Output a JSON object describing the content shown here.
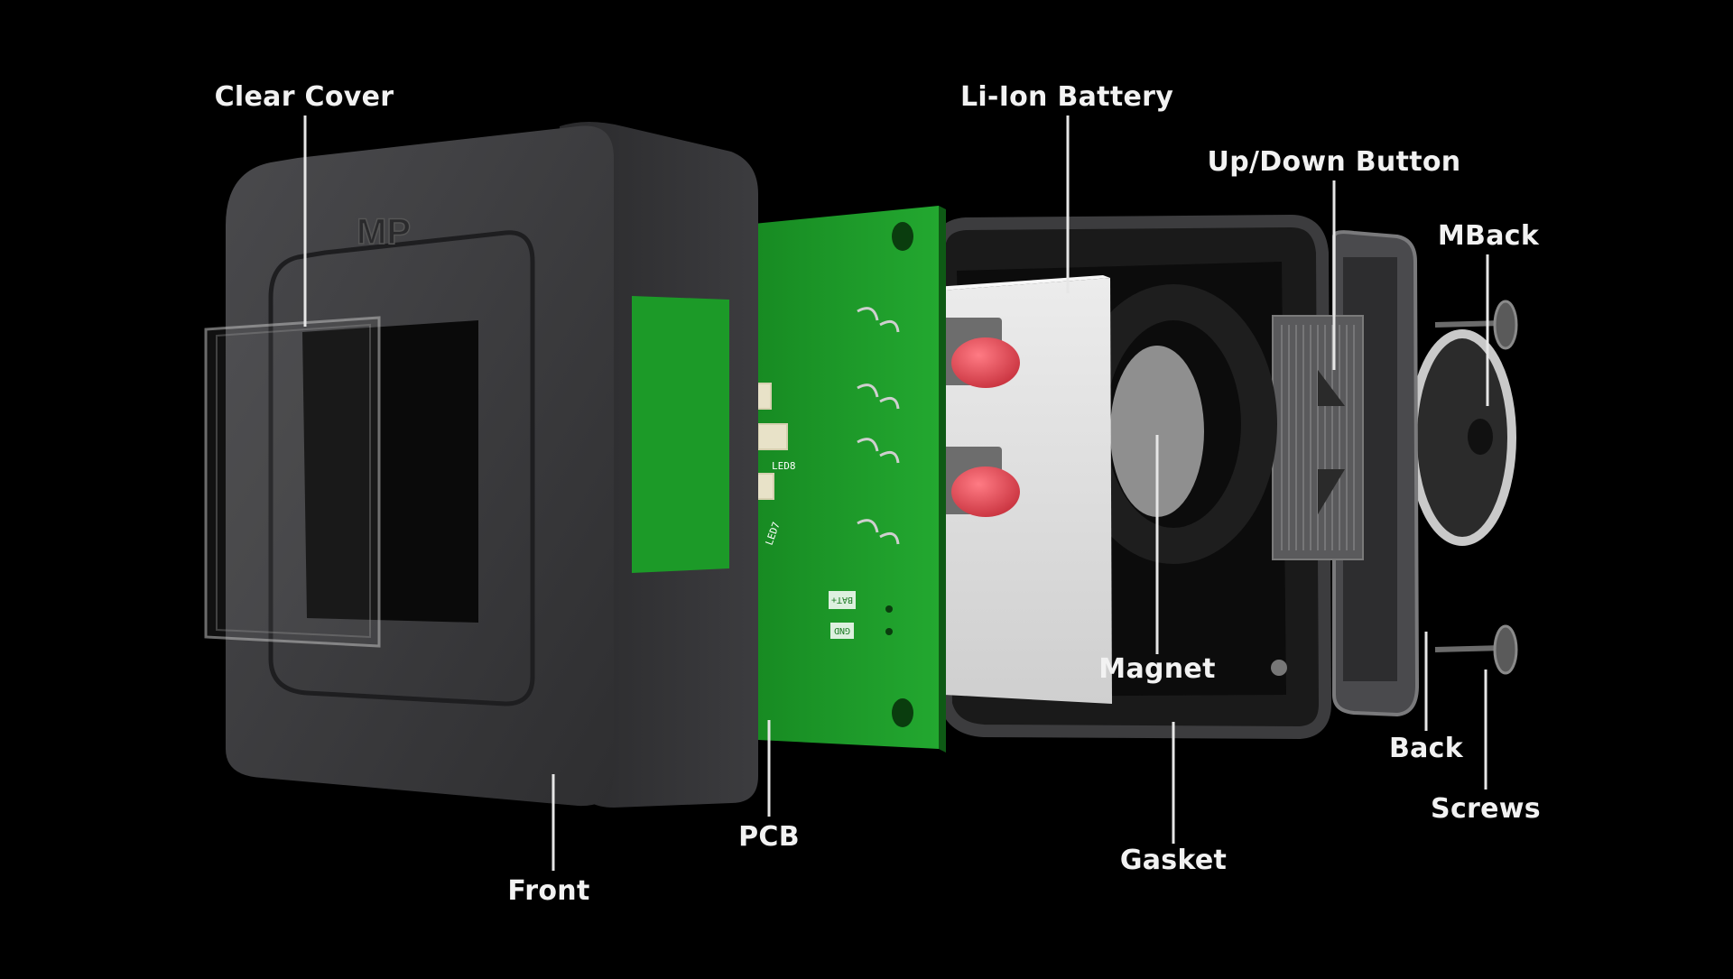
{
  "labels": {
    "clear_cover": "Clear Cover",
    "li_ion_battery": "Li-Ion Battery",
    "up_down_button": "Up/Down Button",
    "mback": "MBack",
    "magnet": "Magnet",
    "back": "Back",
    "screws": "Screws",
    "gasket": "Gasket",
    "pcb": "PCB",
    "front": "Front"
  },
  "pcb_silkscreen": {
    "led8": "LED8",
    "led7": "LED7",
    "bat_plus": "BAT+",
    "gnd": "GND"
  },
  "logo_text": "MP",
  "colors": {
    "background": "#000000",
    "label_text": "#f2f2f2",
    "pcb_green": "#1f9a2a",
    "button_red": "#e8505b",
    "housing_dark": "#3a3a3c"
  }
}
